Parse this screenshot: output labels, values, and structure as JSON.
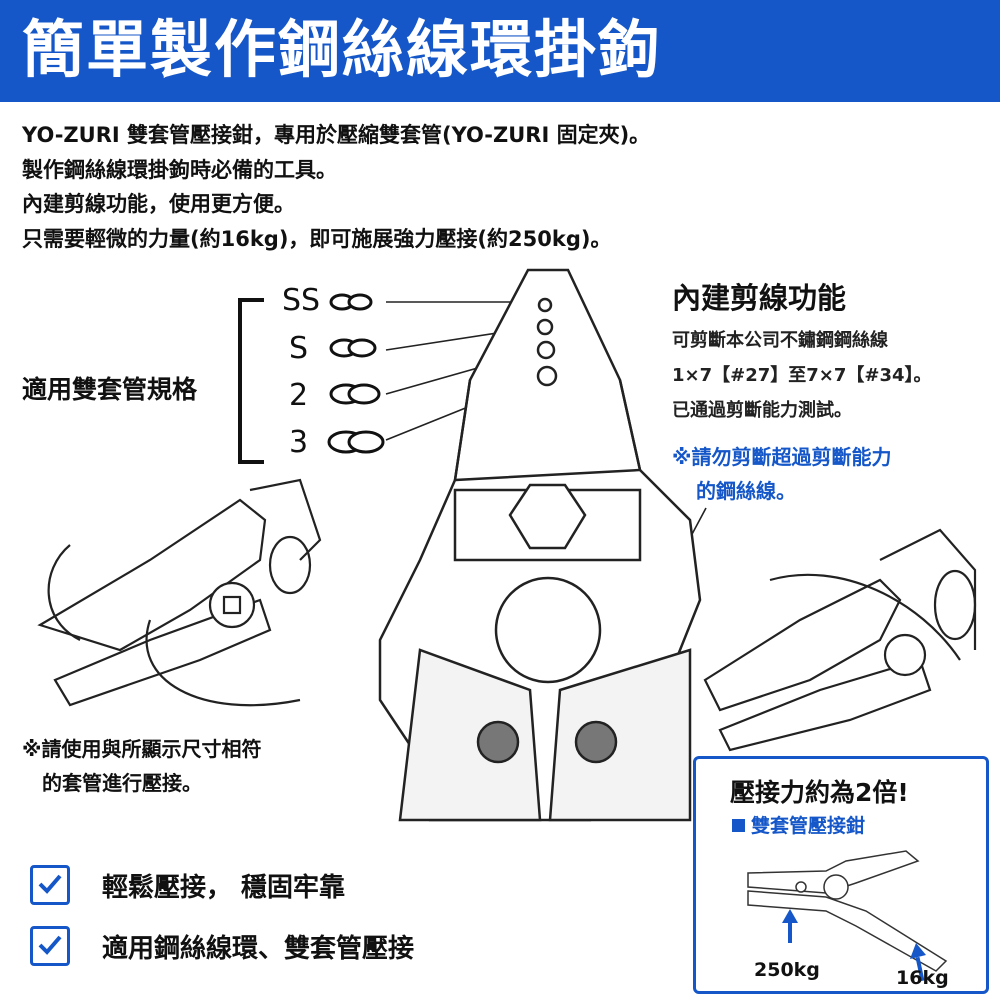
{
  "banner": {
    "title": "簡單製作鋼絲線環掛鉤"
  },
  "intro": {
    "lines": [
      "YO-ZURI 雙套管壓接鉗，專用於壓縮雙套管(YO-ZURI 固定夾)。",
      "製作鋼絲線環掛鉤時必備的工具。",
      "內建剪線功能，使用更方便。",
      "只需要輕微的力量(約16kg)，即可施展強力壓接(約250kg)。"
    ]
  },
  "spec": {
    "title": "適用雙套管規格",
    "sizes": [
      "SS",
      "S",
      "2",
      "3"
    ]
  },
  "cutting": {
    "title": "內建剪線功能",
    "lines": [
      "可剪斷本公司不鏽鋼鋼絲線",
      "1×7【#27】至7×7【#34】。",
      "已通過剪斷能力測試。"
    ],
    "warning": [
      "※請勿剪斷超過剪斷能力",
      "的鋼絲線。"
    ]
  },
  "note": {
    "lines": [
      "※請使用與所顯示尺寸相符",
      "的套管進行壓接。"
    ]
  },
  "features": [
    {
      "text": "輕鬆壓接， 穩固牢靠"
    },
    {
      "text": "適用鋼絲線環、雙套管壓接"
    }
  ],
  "force_box": {
    "title": "壓接力約為2倍!",
    "subtitle": "雙套管壓接鉗",
    "force_high": "250kg",
    "force_low": "16kg"
  },
  "colors": {
    "brand": "#1557c8",
    "text": "#111111"
  }
}
